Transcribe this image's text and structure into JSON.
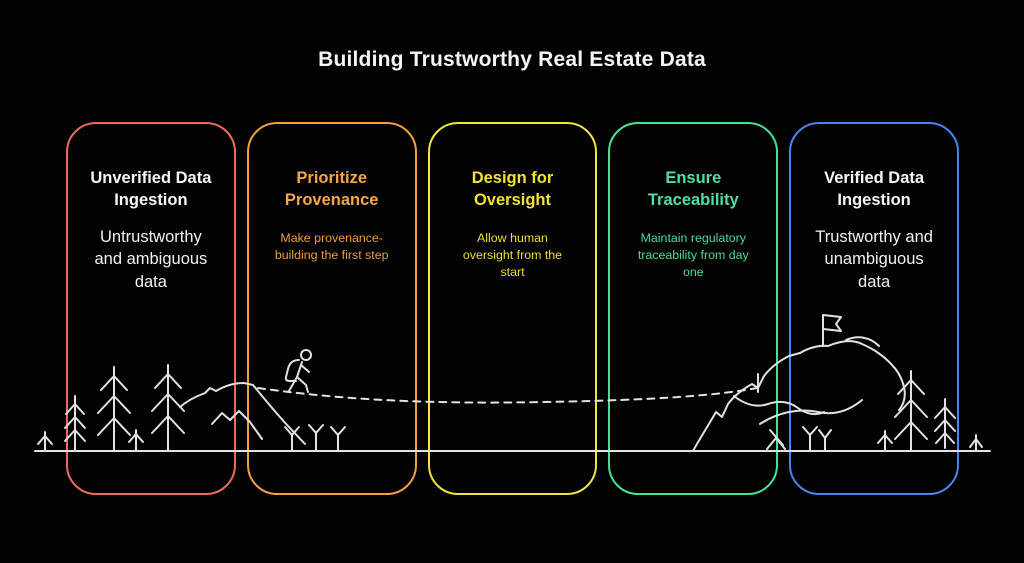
{
  "page": {
    "background_color": "#020202",
    "title": "Building Trustworthy Real Estate Data"
  },
  "panels": [
    {
      "heading": "Unverified Data\nIngestion",
      "body": "Untrustworthy\nand ambiguous\ndata",
      "border_color": "#ed6a5e",
      "heading_color": "#f7f7f7",
      "body_color": "#f2f2f2"
    },
    {
      "heading": "Prioritize\nProvenance",
      "body": "Make provenance-\nbuilding the first step",
      "border_color": "#f0a042",
      "heading_color": "#f4a648",
      "body_color": "#ee9c3d"
    },
    {
      "heading": "Design for\nOversight",
      "body": "Allow human\noversight from the\nstart",
      "border_color": "#f2e43c",
      "heading_color": "#f2e236",
      "body_color": "#efdf33"
    },
    {
      "heading": "Ensure\nTraceability",
      "body": "Maintain regulatory\ntraceability from day\none",
      "border_color": "#44e19b",
      "heading_color": "#50dfa2",
      "body_color": "#4cdb9d"
    },
    {
      "heading": "Verified Data\nIngestion",
      "body": "Trustworthy and\nunambiguous\ndata",
      "border_color": "#4e84ea",
      "heading_color": "#f7f7f7",
      "body_color": "#f2f2f2"
    }
  ],
  "illustration": {
    "stroke_color": "#e2e2e2",
    "elements": [
      "grass-sprouts",
      "pine-trees-left",
      "hill-ridge",
      "hiker-with-backpack",
      "dashed-trail",
      "trail-marker-tick",
      "mountain-with-flag",
      "pine-trees-right",
      "ground-line"
    ]
  }
}
